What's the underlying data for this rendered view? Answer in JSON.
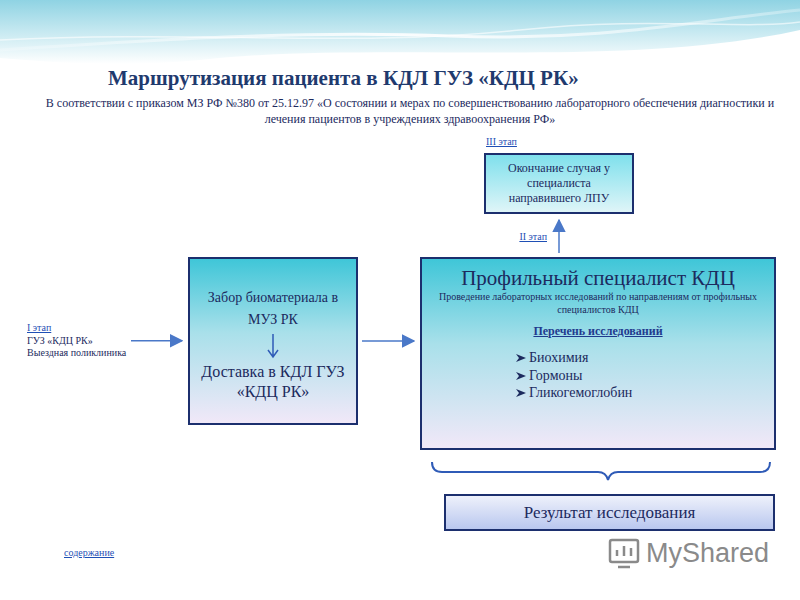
{
  "diagram": {
    "title": "Маршрутизация пациента в КДЛ ГУЗ «КДЦ РК»",
    "nodes": [
      {
        "text": [
          "III этап",
          "Окончание случая у специалиста направившего ЛПУ"
        ]
      },
      {
        "text": [
          "I этап",
          "ГУЗ «КДЦ РК» Выездная поликлиника"
        ]
      },
      {
        "text": [
          "Забор биоматериала в МУЗ РК",
          "Доставка в КДЛ ГУЗ «КДЦ РК»"
        ]
      },
      {
        "text": [
          "Профильный специалист КДЦ",
          "Проведение лабораторных исследований по направлениям от профильных специалистов КДЦ",
          "Перечень исследований",
          "Биохимия",
          "Гормоны",
          "Гликогемоглобин"
        ]
      },
      {
        "text": [
          "Результат исследования"
        ]
      }
    ],
    "edges": [
      {
        "from": 1,
        "to": 2,
        "arrow": "to"
      },
      {
        "from": 2,
        "to": 3,
        "arrow": "to"
      },
      {
        "from": 3,
        "to": 0,
        "label": "II этап",
        "arrow": "to"
      }
    ],
    "labels": [
      "В соответствии с приказом МЗ РФ №380 от 25.12.97 «О состоянии и мерах по совершенствованию лабораторного обеспечения диагностики и лечения пациентов в учреждениях здравоохранения РФ»",
      "содержание",
      "MyShared"
    ]
  }
}
